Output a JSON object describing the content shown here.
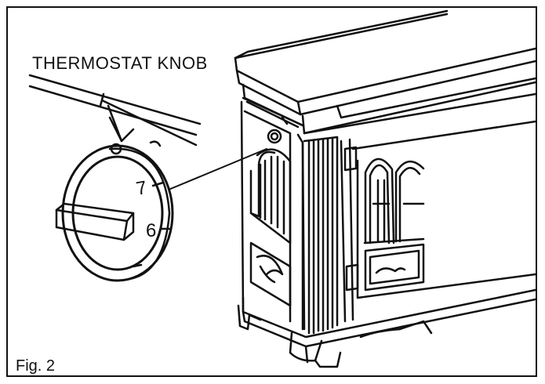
{
  "callout": {
    "label": "THERMOSTAT KNOB"
  },
  "caption": {
    "text": "Fig. 2"
  },
  "dial": {
    "numbers": [
      "7",
      "6"
    ]
  },
  "colors": {
    "ink": "#111111",
    "paper": "#ffffff"
  }
}
